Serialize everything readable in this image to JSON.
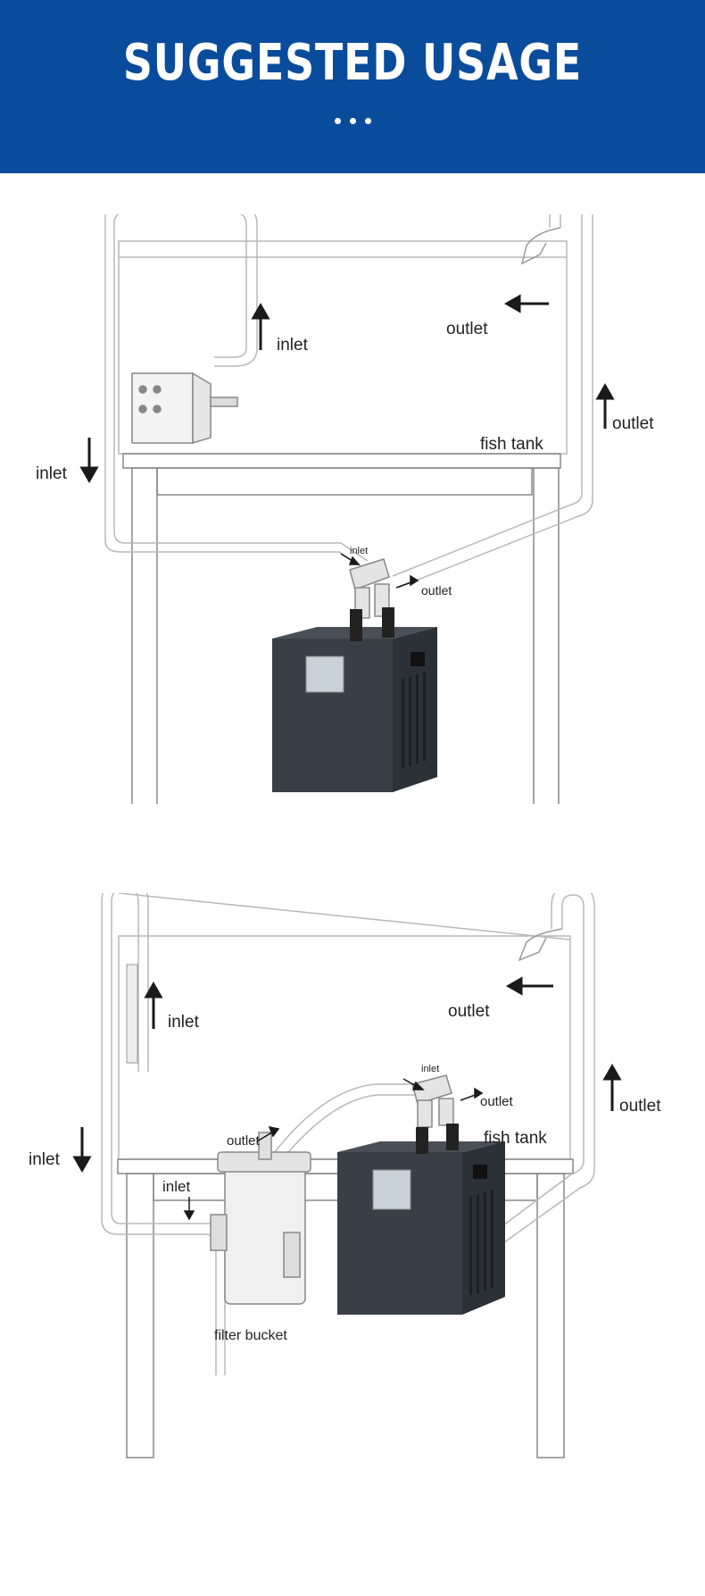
{
  "header": {
    "title": "SUGGESTED USAGE",
    "background": "#0a4c9c"
  },
  "diagram1": {
    "labels": {
      "inlet_top": "inlet",
      "outlet_top": "outlet",
      "outlet_right": "outlet",
      "inlet_left": "inlet",
      "fish_tank": "fish tank",
      "small_inlet": "inlet",
      "small_outlet": "outlet"
    }
  },
  "diagram2": {
    "labels": {
      "inlet_top": "inlet",
      "outlet_top": "outlet",
      "outlet_right": "outlet",
      "inlet_left": "inlet",
      "fish_tank": "fish tank",
      "small_inlet": "inlet",
      "small_outlet": "outlet",
      "filter_outlet": "outlet",
      "filter_inlet": "inlet",
      "filter_bucket": "filter bucket"
    }
  }
}
